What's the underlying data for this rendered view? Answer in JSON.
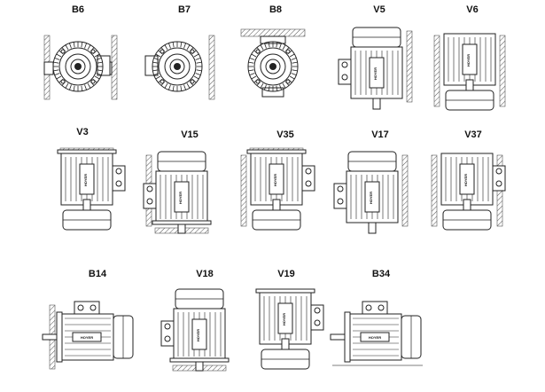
{
  "brand_text": "HOYER",
  "colors": {
    "line": "#222222",
    "hatch": "#555555",
    "fill": "#ffffff"
  },
  "positions": [
    {
      "code": "B6",
      "view": "front"
    },
    {
      "code": "B7",
      "view": "front"
    },
    {
      "code": "B8",
      "view": "front"
    },
    {
      "code": "V5",
      "view": "vertical"
    },
    {
      "code": "V6",
      "view": "vertical"
    },
    {
      "code": "V3",
      "view": "vertical"
    },
    {
      "code": "V15",
      "view": "vertical"
    },
    {
      "code": "V35",
      "view": "vertical"
    },
    {
      "code": "V17",
      "view": "vertical"
    },
    {
      "code": "V37",
      "view": "vertical"
    },
    {
      "code": "B14",
      "view": "horizontal"
    },
    {
      "code": "V18",
      "view": "vertical"
    },
    {
      "code": "V19",
      "view": "vertical"
    },
    {
      "code": "B34",
      "view": "horizontal"
    }
  ]
}
